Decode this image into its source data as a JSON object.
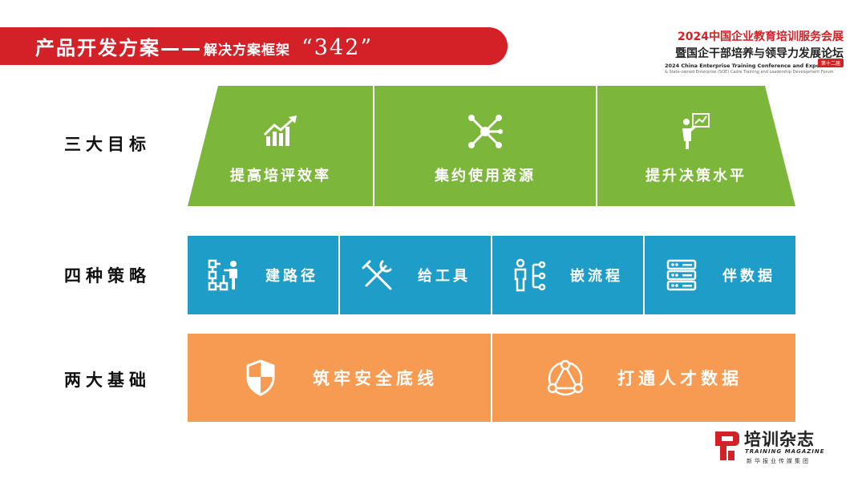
{
  "banner": {
    "title_main": "产品开发方案——",
    "title_sub": "解决方案框架",
    "title_num": "“342”"
  },
  "conference": {
    "line1": "2024中国企业教育培训服务会展",
    "line2": "暨国企干部培养与领导力发展论坛",
    "en_line1": "2024 China Enterprise Training Conference and Expo",
    "en_line2": "& State-owned Enterprise (SOE) Cadre Training and Leadership Development Forum",
    "badge": "第十二届"
  },
  "rows": {
    "goals_label": "三大目标",
    "strategies_label": "四种策略",
    "foundations_label": "两大基础"
  },
  "goals": [
    {
      "label": "提高培评效率",
      "icon": "growth-chart-icon"
    },
    {
      "label": "集约使用资源",
      "icon": "network-hub-icon"
    },
    {
      "label": "提升决策水平",
      "icon": "presenter-chart-icon"
    }
  ],
  "strategies": [
    {
      "label": "建路径",
      "icon": "path-planning-icon"
    },
    {
      "label": "给工具",
      "icon": "tools-icon"
    },
    {
      "label": "嵌流程",
      "icon": "person-flow-icon"
    },
    {
      "label": "伴数据",
      "icon": "database-icon"
    }
  ],
  "foundations": [
    {
      "label": "筑牢安全底线",
      "icon": "shield-icon"
    },
    {
      "label": "打通人才数据",
      "icon": "people-connect-icon"
    }
  ],
  "logo": {
    "cn": "培训杂志",
    "en": "TRAINING MAGAZINE",
    "group": "新华报业传媒集团"
  },
  "colors": {
    "brand_red": "#d42027",
    "goals_green": "#7cb63a",
    "strategy_blue": "#1e9dc8",
    "foundation_orange": "#f79a52"
  }
}
